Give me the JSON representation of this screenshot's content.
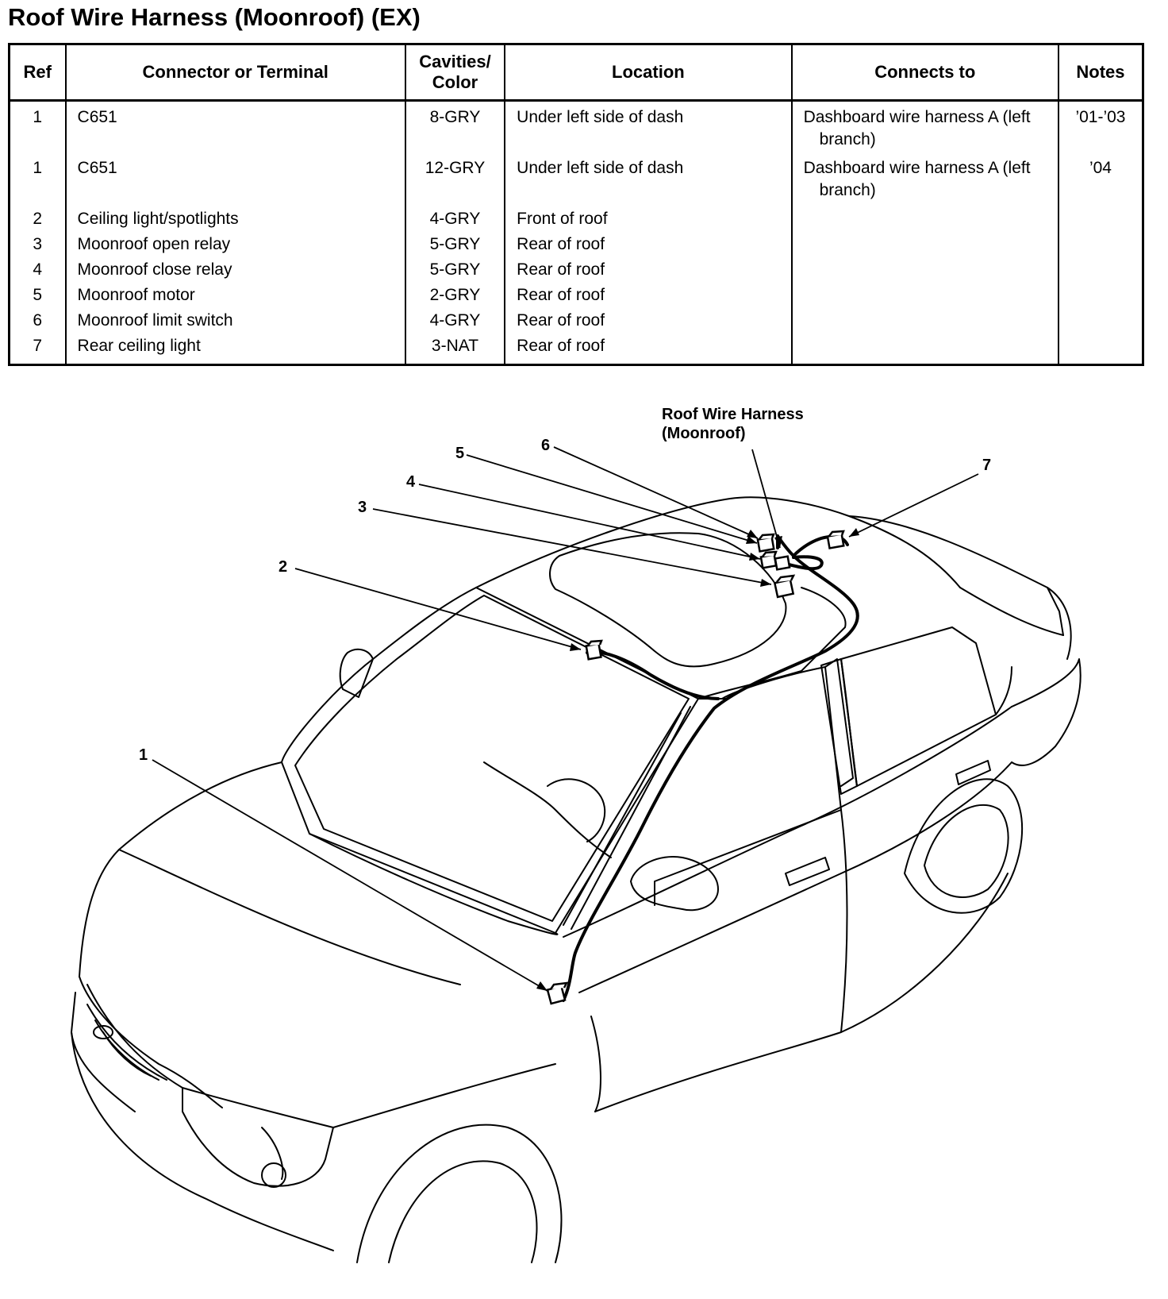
{
  "title": "Roof Wire Harness (Moonroof) (EX)",
  "table": {
    "headers": {
      "ref": "Ref",
      "connector": "Connector or Terminal",
      "cavities_line1": "Cavities/",
      "cavities_line2": "Color",
      "location": "Location",
      "connects_to": "Connects to",
      "notes": "Notes"
    },
    "rows": [
      {
        "ref": "1",
        "connector": "C651",
        "cavities": "8-GRY",
        "location": "Under left side of dash",
        "connects_line1": "Dashboard wire harness A (left",
        "connects_line2": "branch)",
        "notes": "’01-’03"
      },
      {
        "ref": "1",
        "connector": "C651",
        "cavities": "12-GRY",
        "location": "Under left side of dash",
        "connects_line1": "Dashboard wire harness A (left",
        "connects_line2": "branch)",
        "notes": "’04"
      },
      {
        "ref": "2",
        "connector": "Ceiling light/spotlights",
        "cavities": "4-GRY",
        "location": "Front of roof",
        "connects_line1": "",
        "connects_line2": "",
        "notes": ""
      },
      {
        "ref": "3",
        "connector": "Moonroof open relay",
        "cavities": "5-GRY",
        "location": "Rear of roof",
        "connects_line1": "",
        "connects_line2": "",
        "notes": ""
      },
      {
        "ref": "4",
        "connector": "Moonroof close relay",
        "cavities": "5-GRY",
        "location": "Rear of roof",
        "connects_line1": "",
        "connects_line2": "",
        "notes": ""
      },
      {
        "ref": "5",
        "connector": "Moonroof motor",
        "cavities": "2-GRY",
        "location": "Rear of roof",
        "connects_line1": "",
        "connects_line2": "",
        "notes": ""
      },
      {
        "ref": "6",
        "connector": "Moonroof limit switch",
        "cavities": "4-GRY",
        "location": "Rear of roof",
        "connects_line1": "",
        "connects_line2": "",
        "notes": ""
      },
      {
        "ref": "7",
        "connector": "Rear ceiling light",
        "cavities": "3-NAT",
        "location": "Rear of roof",
        "connects_line1": "",
        "connects_line2": "",
        "notes": ""
      }
    ]
  },
  "diagram": {
    "harness_label_line1": "Roof Wire Harness",
    "harness_label_line2": "(Moonroof)",
    "callouts": {
      "c1": "1",
      "c2": "2",
      "c3": "3",
      "c4": "4",
      "c5": "5",
      "c6": "6",
      "c7": "7"
    }
  }
}
